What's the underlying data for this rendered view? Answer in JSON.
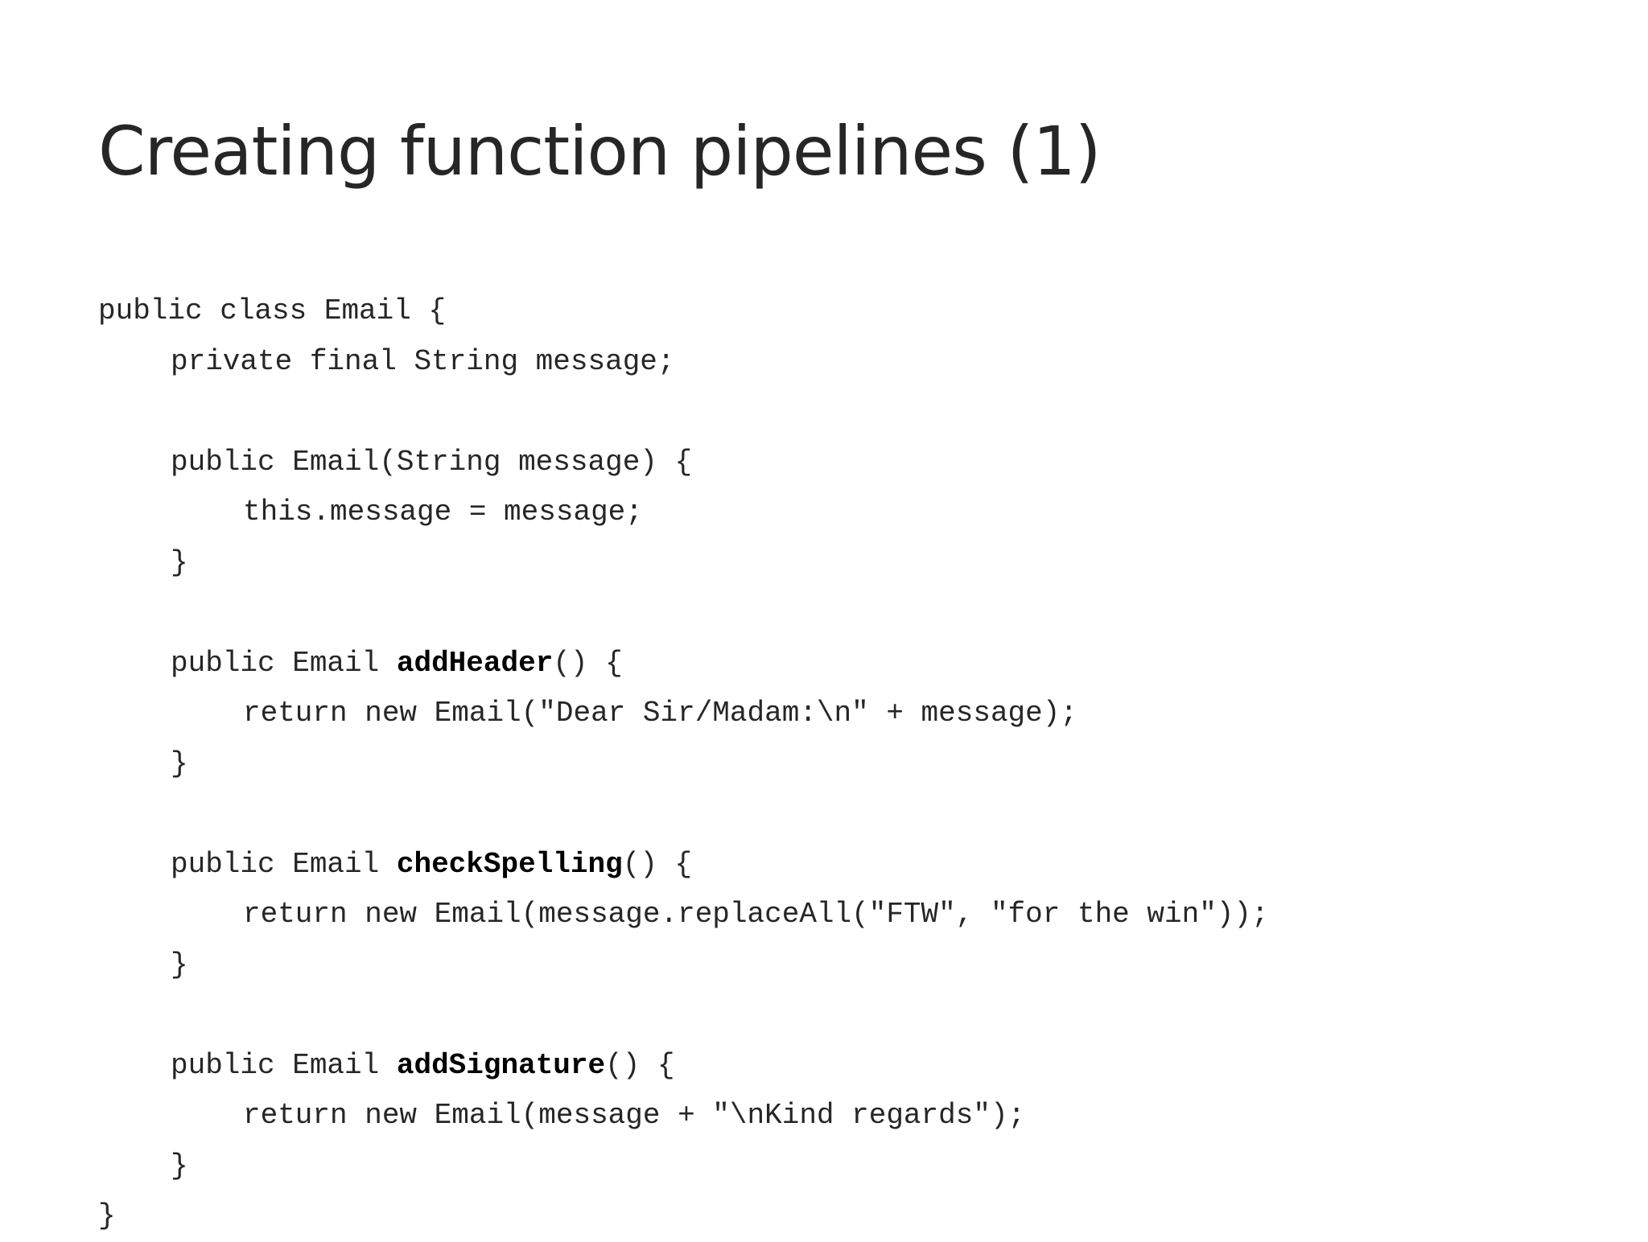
{
  "slide": {
    "title": "Creating function pipelines (1)"
  },
  "code": {
    "line1": "public class Email {",
    "line2": "private final String message;",
    "line4": "public Email(String message) {",
    "line5": "this.message = message;",
    "close_brace": "}",
    "method_prefix": "public Email ",
    "method_suffix": "() {",
    "m1_name": "addHeader",
    "m1_body": "return new Email(\"Dear Sir/Madam:\\n\" + message);",
    "m2_name": "checkSpelling",
    "m2_body": "return new Email(message.replaceAll(\"FTW\", \"for the win\"));",
    "m3_name": "addSignature",
    "m3_body": "return new Email(message + \"\\nKind regards\");"
  }
}
